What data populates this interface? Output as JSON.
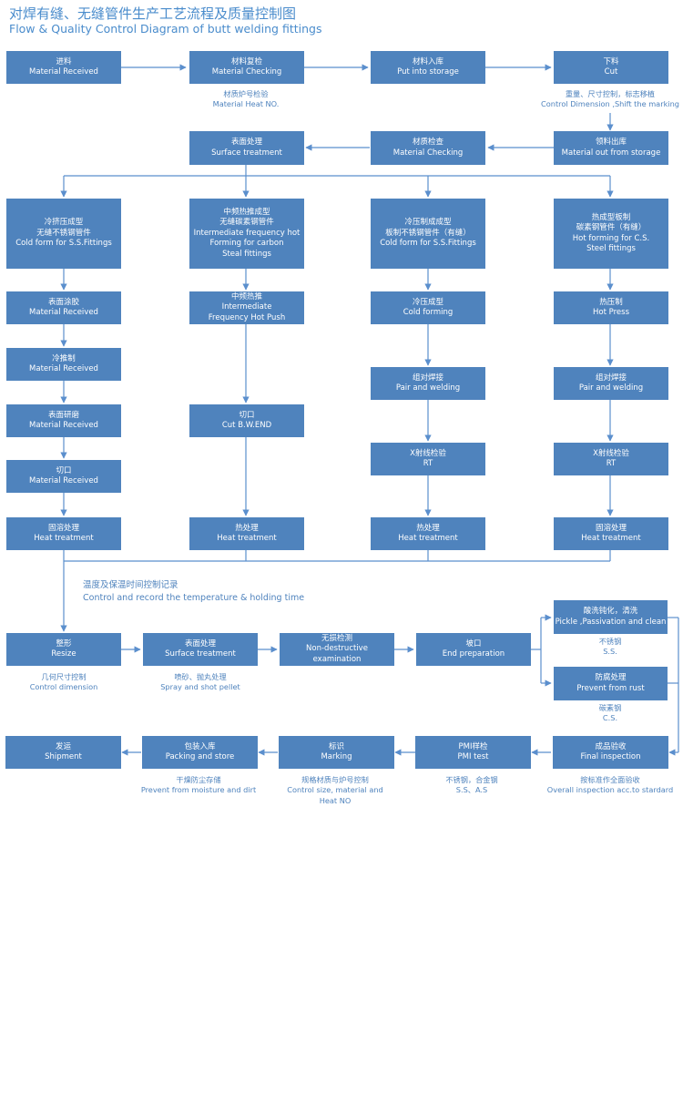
{
  "title": {
    "cn": "对焊有缝、无缝管件生产工艺流程及质量控制图",
    "en": "Flow & Quality Control Diagram of butt welding fittings"
  },
  "colors": {
    "box": "#4f83bd",
    "line": "#5b8fcd",
    "text": "#4f83bd"
  },
  "boxes": [
    {
      "id": "b1",
      "lines": [
        "进料",
        "Material Received"
      ]
    },
    {
      "id": "b2",
      "lines": [
        "材料复检",
        "Material Checking"
      ]
    },
    {
      "id": "b3",
      "lines": [
        "材料入库",
        "Put into storage"
      ]
    },
    {
      "id": "b4",
      "lines": [
        "下料",
        "Cut"
      ]
    },
    {
      "id": "b5",
      "lines": [
        "表面处理",
        "Surface treatment"
      ]
    },
    {
      "id": "b6",
      "lines": [
        "材质检查",
        "Material Checking"
      ]
    },
    {
      "id": "b7",
      "lines": [
        "领料出库",
        "Material out from storage"
      ]
    },
    {
      "id": "c1a",
      "lines": [
        "冷挤压成型",
        "无缝不锈钢管件",
        "Cold form for S.S.Fittings"
      ]
    },
    {
      "id": "c2a",
      "lines": [
        "中频热推成型",
        "无缝碳素钢管件",
        "Intermediate frequency hot",
        "Forming for carbon",
        "Steal fittings"
      ]
    },
    {
      "id": "c3a",
      "lines": [
        "冷压制成成型",
        "板制不锈钢管件（有缝）",
        "Cold form for S.S.Fittings"
      ]
    },
    {
      "id": "c4a",
      "lines": [
        "热成型板制",
        "碳素钢管件（有缝）",
        "Hot forming for C.S.",
        "Steel fittings"
      ]
    },
    {
      "id": "c1b",
      "lines": [
        "表面涂胶",
        "Material Received"
      ]
    },
    {
      "id": "c1c",
      "lines": [
        "冷推制",
        "Material Received"
      ]
    },
    {
      "id": "c1d",
      "lines": [
        "表面研磨",
        "Material Received"
      ]
    },
    {
      "id": "c1e",
      "lines": [
        "切口",
        "Material Received"
      ]
    },
    {
      "id": "c1f",
      "lines": [
        "固溶处理",
        "Heat treatment"
      ]
    },
    {
      "id": "c2b",
      "lines": [
        "中频热推",
        "Intermediate",
        "Frequency Hot Push"
      ]
    },
    {
      "id": "c2c",
      "lines": [
        "切口",
        "Cut B.W.END"
      ]
    },
    {
      "id": "c2d",
      "lines": [
        "热处理",
        "Heat treatment"
      ]
    },
    {
      "id": "c3b",
      "lines": [
        "冷压成型",
        "Cold forming"
      ]
    },
    {
      "id": "c3c",
      "lines": [
        "组对焊接",
        "Pair and welding"
      ]
    },
    {
      "id": "c3d",
      "lines": [
        "X射线检验",
        "RT"
      ]
    },
    {
      "id": "c3e",
      "lines": [
        "热处理",
        "Heat treatment"
      ]
    },
    {
      "id": "c4b",
      "lines": [
        "热压制",
        "Hot Press"
      ]
    },
    {
      "id": "c4c",
      "lines": [
        "组对焊接",
        "Pair and welding"
      ]
    },
    {
      "id": "c4d",
      "lines": [
        "X射线检验",
        "RT"
      ]
    },
    {
      "id": "c4e",
      "lines": [
        "固溶处理",
        "Heat treatment"
      ]
    },
    {
      "id": "r1",
      "lines": [
        "整形",
        "Resize"
      ]
    },
    {
      "id": "r2",
      "lines": [
        "表面处理",
        "Surface treatment"
      ]
    },
    {
      "id": "r3",
      "lines": [
        "无损检测",
        "Non-destructive",
        "examination"
      ]
    },
    {
      "id": "r4",
      "lines": [
        "坡口",
        "End preparation"
      ]
    },
    {
      "id": "p1",
      "lines": [
        "酸洗钝化，清洗",
        "Pickle ,Passivation and clean"
      ]
    },
    {
      "id": "p2",
      "lines": [
        "防腐处理",
        "Prevent from rust"
      ]
    },
    {
      "id": "f1",
      "lines": [
        "发运",
        "Shipment"
      ]
    },
    {
      "id": "f2",
      "lines": [
        "包装入库",
        "Packing and store"
      ]
    },
    {
      "id": "f3",
      "lines": [
        "标识",
        "Marking"
      ]
    },
    {
      "id": "f4",
      "lines": [
        "PMI样检",
        "PMI test"
      ]
    },
    {
      "id": "f5",
      "lines": [
        "成品验收",
        "Final inspection"
      ]
    }
  ],
  "captions": [
    {
      "id": "k1",
      "lines": [
        "材质炉号检验",
        "Material Heat NO."
      ]
    },
    {
      "id": "k2",
      "lines": [
        "重量、尺寸控制，标志移植",
        "Control Dimension ,Shift the marking"
      ]
    },
    {
      "id": "k3",
      "lines": [
        "几何尺寸控制",
        "Control dimension"
      ]
    },
    {
      "id": "k4",
      "lines": [
        "喷砂、抛丸处理",
        "Spray and shot pellet"
      ]
    },
    {
      "id": "k5",
      "lines": [
        "不锈钢",
        "S.S."
      ]
    },
    {
      "id": "k6",
      "lines": [
        "碳素钢",
        "C.S."
      ]
    },
    {
      "id": "k7",
      "lines": [
        "干燥防尘存储",
        "Prevent from moisture and dirt"
      ]
    },
    {
      "id": "k8",
      "lines": [
        "规格材质与炉号控制",
        "Control size, material and",
        "Heat NO"
      ]
    },
    {
      "id": "k9",
      "lines": [
        "不锈钢，合金钢",
        "S.S、A.S"
      ]
    },
    {
      "id": "k10",
      "lines": [
        "按标准作全面验收",
        "Overall inspection acc.to stardard"
      ]
    }
  ],
  "note": [
    "温度及保温时间控制记录",
    "Control and record the temperature & holding time"
  ]
}
